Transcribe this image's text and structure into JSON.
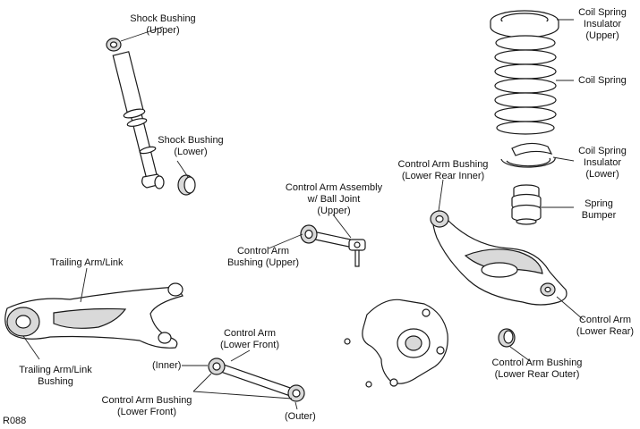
{
  "diagram_code": "R088",
  "labels": {
    "shock_upper": [
      "Shock Bushing",
      "(Upper)"
    ],
    "shock_lower": [
      "Shock Bushing",
      "(Lower)"
    ],
    "coil_ins_upper": [
      "Coil Spring",
      "Insulator",
      "(Upper)"
    ],
    "coil_spring": [
      "Coil Spring"
    ],
    "coil_ins_lower": [
      "Coil Spring",
      "Insulator",
      "(Lower)"
    ],
    "spring_bumper": [
      "Spring",
      "Bumper"
    ],
    "ca_bush_lri": [
      "Control Arm Bushing",
      "(Lower Rear Inner)"
    ],
    "ca_assembly": [
      "Control Arm Assembly",
      "w/ Ball Joint",
      "(Upper)"
    ],
    "ca_bush_upper": [
      "Control Arm",
      "Bushing (Upper)"
    ],
    "trailing_arm": [
      "Trailing Arm/Link"
    ],
    "trailing_bushing": [
      "Trailing Arm/Link",
      "Bushing"
    ],
    "ca_lower_front": [
      "Control Arm",
      "(Lower Front)"
    ],
    "inner": [
      "(Inner)"
    ],
    "outer": [
      "(Outer)"
    ],
    "ca_bush_lf": [
      "Control Arm Bushing",
      "(Lower Front)"
    ],
    "ca_lower_rear": [
      "Control Arm",
      "(Lower Rear)"
    ],
    "ca_bush_lro": [
      "Control Arm Bushing",
      "(Lower Rear Outer)"
    ]
  }
}
